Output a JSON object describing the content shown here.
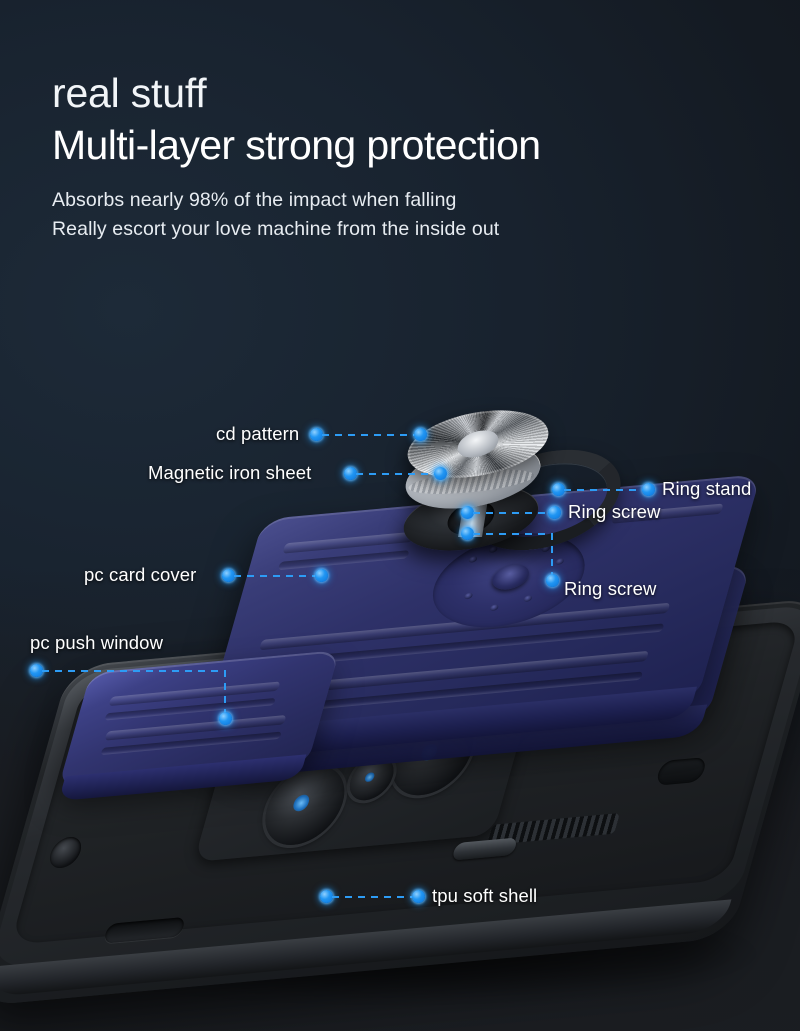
{
  "headings": {
    "eyebrow": "real stuff",
    "title": "Multi-layer strong protection",
    "sub1": "Absorbs nearly 98% of the impact when falling",
    "sub2": "Really escort your love machine from the inside out"
  },
  "colors": {
    "accent": "#2196f3",
    "background_top": "#1d2a38",
    "background_bottom": "#17191d",
    "plate_navy": "#2e3168",
    "shell_black": "#232629",
    "text": "#ffffff"
  },
  "callouts": [
    {
      "id": "cd-pattern",
      "label": "cd pattern"
    },
    {
      "id": "magnetic-iron-sheet",
      "label": "Magnetic iron sheet"
    },
    {
      "id": "ring-stand",
      "label": "Ring stand"
    },
    {
      "id": "ring-screw-upper",
      "label": "Ring screw"
    },
    {
      "id": "ring-screw-lower",
      "label": "Ring screw"
    },
    {
      "id": "pc-card-cover",
      "label": "pc card cover"
    },
    {
      "id": "pc-push-window",
      "label": "pc push window"
    },
    {
      "id": "tpu-soft-shell",
      "label": "tpu soft shell"
    }
  ]
}
